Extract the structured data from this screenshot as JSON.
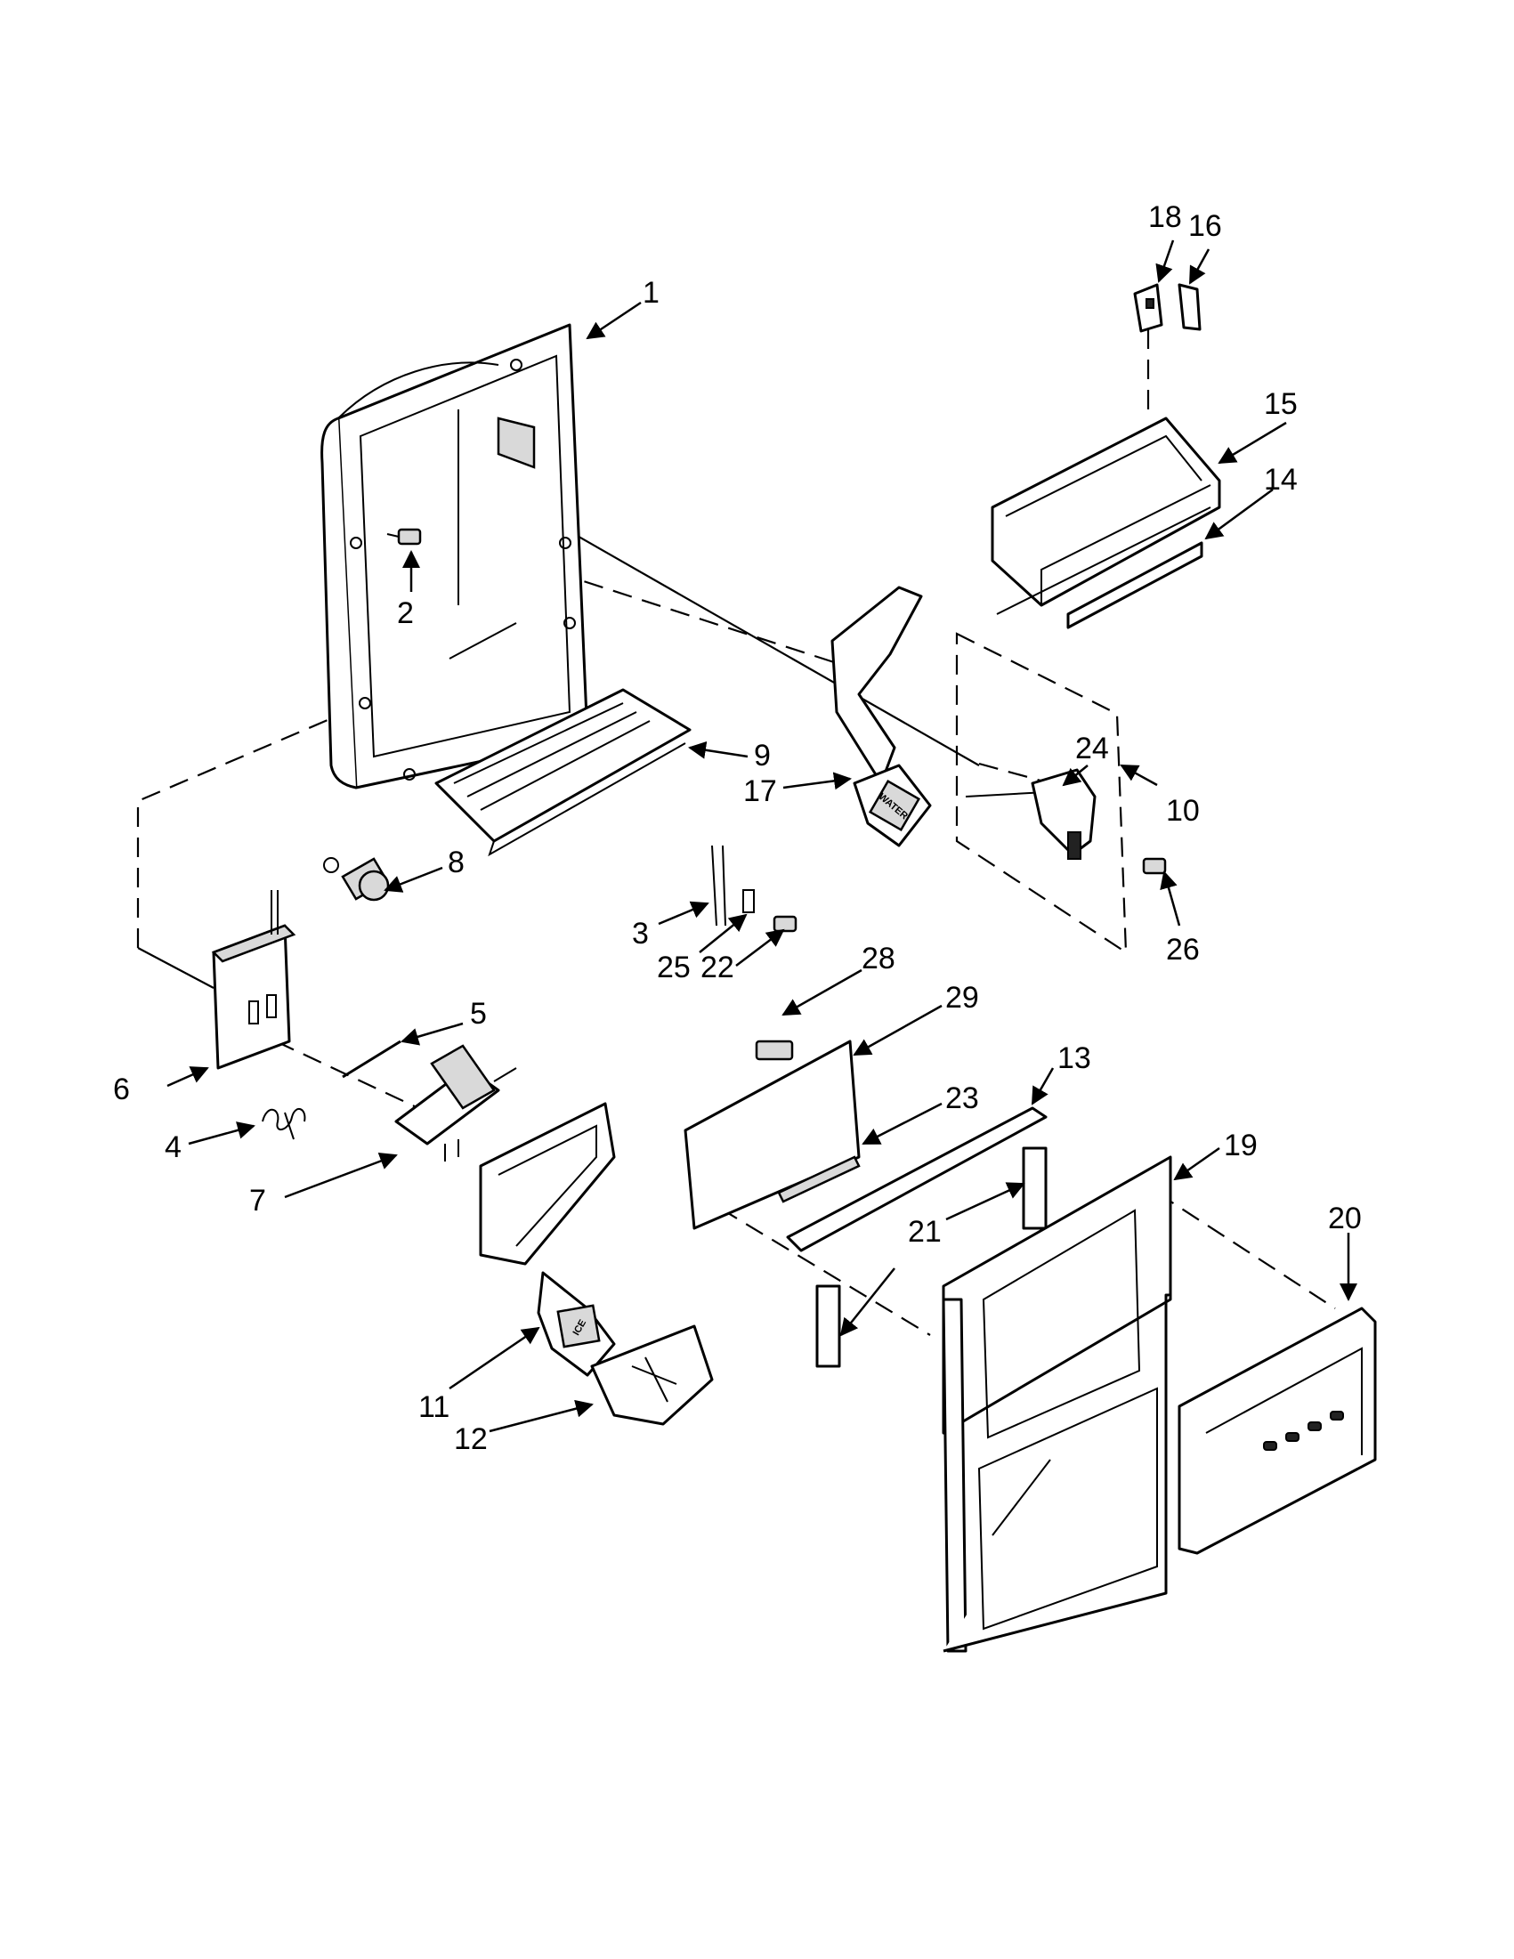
{
  "callouts": {
    "p1": "1",
    "p2": "2",
    "p3": "3",
    "p4": "4",
    "p5": "5",
    "p6": "6",
    "p7": "7",
    "p8": "8",
    "p9": "9",
    "p10": "10",
    "p11": "11",
    "p12": "12",
    "p13": "13",
    "p14": "14",
    "p15": "15",
    "p16": "16",
    "p17": "17",
    "p18": "18",
    "p19": "19",
    "p20": "20",
    "p21a": "21",
    "p21b": "21",
    "p22": "22",
    "p23": "23",
    "p24": "24",
    "p25": "25",
    "p26": "26",
    "p28": "28",
    "p29": "29"
  },
  "part_text": {
    "water_pad": "WATER",
    "ice_pad": "ICE"
  }
}
